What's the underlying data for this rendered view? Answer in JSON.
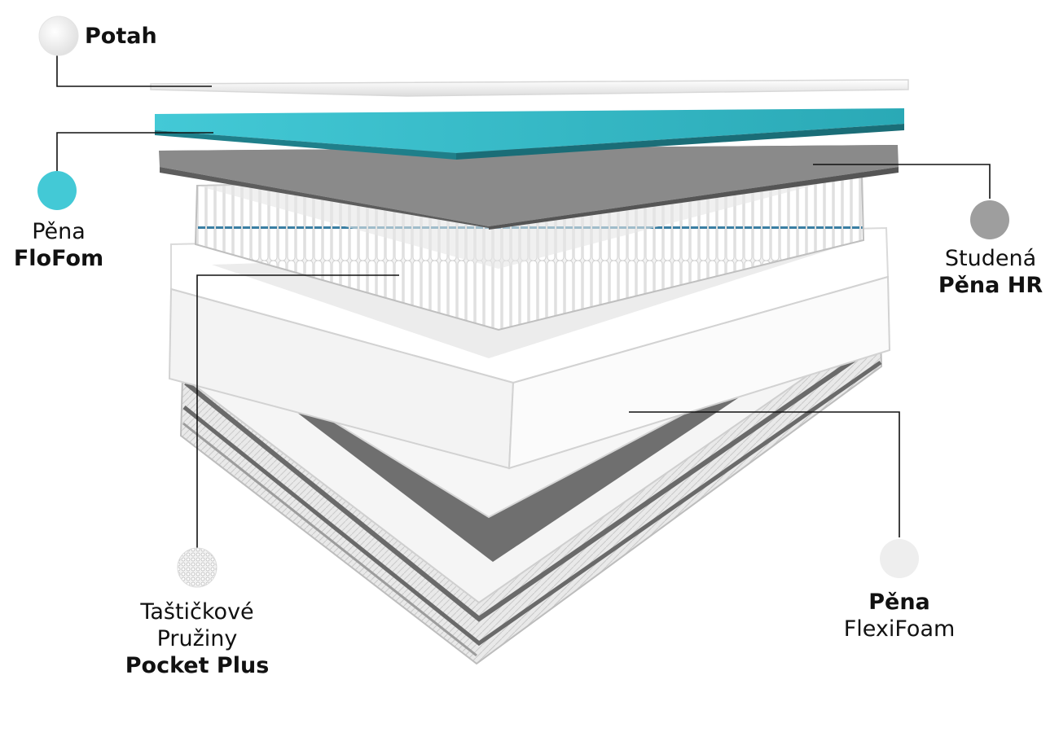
{
  "layers": {
    "cover": {
      "bold": "Potah"
    },
    "flofom": {
      "line1": "Pěna",
      "bold": "FloFom",
      "swatch": "#43c9d6"
    },
    "hr": {
      "line1": "Studená",
      "bold": "Pěna HR",
      "swatch": "#9e9e9e"
    },
    "pocket": {
      "line1": "Taštičkové",
      "line2": "Pružiny",
      "bold": "Pocket Plus"
    },
    "flexi": {
      "bold": "Pěna",
      "line2": "FlexiFoam",
      "swatch": "#eeeeee"
    }
  },
  "colors": {
    "turquoise_top": "#3dc4cf",
    "turquoise_side": "#1f7f8a",
    "grey_top": "#8a8a8a",
    "grey_side": "#5b5b5b",
    "foam_white": "#f4f4f4",
    "line": "#111111"
  }
}
